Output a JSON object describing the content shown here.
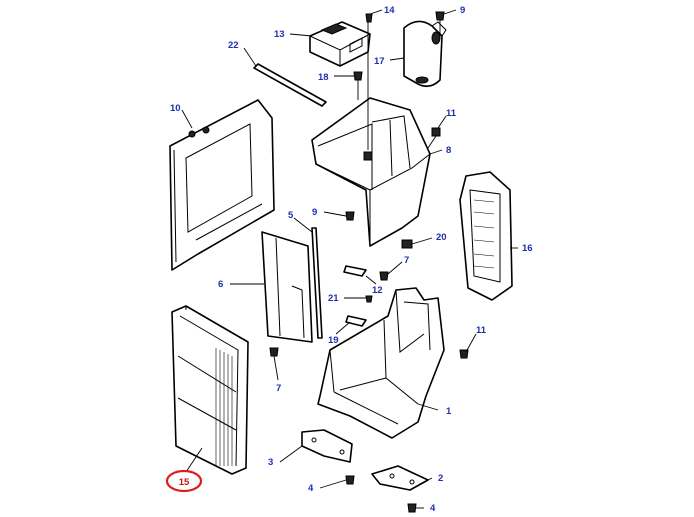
{
  "colors": {
    "callout_text": "#1f2fb0",
    "line": "#000000",
    "highlight_circle": "#e01b1b",
    "highlight_text": "#d01010"
  },
  "callouts": [
    {
      "key": "c14",
      "label": "14"
    },
    {
      "key": "c9a",
      "label": "9"
    },
    {
      "key": "c13",
      "label": "13"
    },
    {
      "key": "c22",
      "label": "22"
    },
    {
      "key": "c17",
      "label": "17"
    },
    {
      "key": "c18",
      "label": "18"
    },
    {
      "key": "c10",
      "label": "10"
    },
    {
      "key": "c11a",
      "label": "11"
    },
    {
      "key": "c8",
      "label": "8"
    },
    {
      "key": "c9b",
      "label": "9"
    },
    {
      "key": "c5",
      "label": "5"
    },
    {
      "key": "c20",
      "label": "20"
    },
    {
      "key": "c16",
      "label": "16"
    },
    {
      "key": "c6",
      "label": "6"
    },
    {
      "key": "c7a",
      "label": "7"
    },
    {
      "key": "c12",
      "label": "12"
    },
    {
      "key": "c21",
      "label": "21"
    },
    {
      "key": "c11b",
      "label": "11"
    },
    {
      "key": "c19",
      "label": "19"
    },
    {
      "key": "c7b",
      "label": "7"
    },
    {
      "key": "c1",
      "label": "1"
    },
    {
      "key": "c3",
      "label": "3"
    },
    {
      "key": "c2",
      "label": "2"
    },
    {
      "key": "c4a",
      "label": "4"
    },
    {
      "key": "c4b",
      "label": "4"
    }
  ],
  "highlighted_callout": {
    "label": "15"
  }
}
